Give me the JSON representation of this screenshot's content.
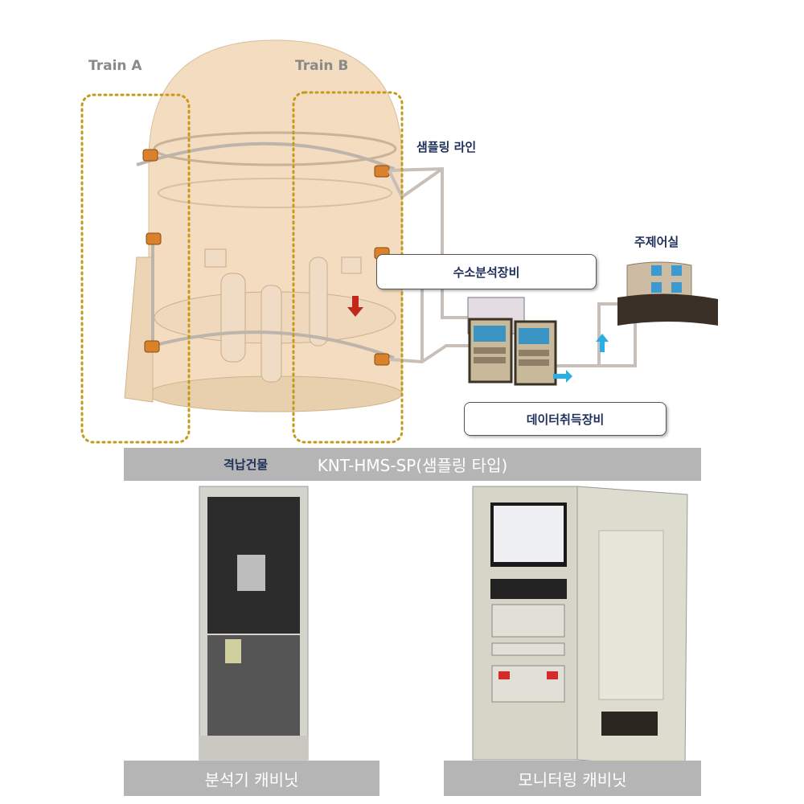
{
  "diagram": {
    "train_a": "Train A",
    "train_b": "Train B",
    "sampling_line": "샘플링 라인",
    "main_control_room": "주제어실",
    "hydrogen_analyzer": "수소분석장비",
    "data_acquisition": "데이터취득장비",
    "containment_building": "격납건물",
    "title": "KNT-HMS-SP(샘플링 타입)"
  },
  "photos": {
    "analyzer_cabinet": "분석기 캐비닛",
    "monitoring_cabinet": "모니터링 캐비닛"
  },
  "colors": {
    "dome": "#f3dcc0",
    "dotted": "#c49a1a",
    "navy": "#1f2f5a",
    "bar": "#b5b5b5"
  }
}
